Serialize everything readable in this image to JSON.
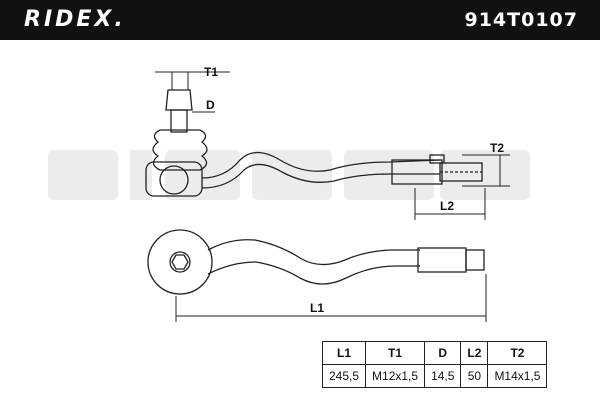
{
  "header": {
    "brand": "RIDEX.",
    "part_number": "914T0107"
  },
  "dimension_labels": {
    "t1": "T1",
    "d": "D",
    "t2": "T2",
    "l2": "L2",
    "l1": "L1"
  },
  "spec_table": {
    "headers": [
      "L1",
      "T1",
      "D",
      "L2",
      "T2"
    ],
    "values": [
      "245,5",
      "M12x1,5",
      "14,5",
      "50",
      "M14x1,5"
    ]
  },
  "colors": {
    "header_bg": "#111111",
    "line": "#222222",
    "watermark": "#ececec"
  }
}
